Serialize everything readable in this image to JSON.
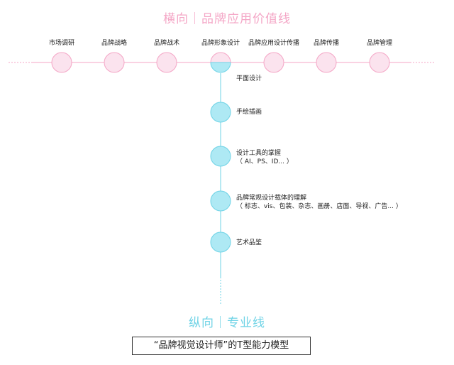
{
  "header": {
    "title": "横向｜品牌应用价值线"
  },
  "horizontal_items": [
    {
      "label": "市场调研"
    },
    {
      "label": "品牌战略"
    },
    {
      "label": "品牌战术"
    },
    {
      "label": "品牌形象设计"
    },
    {
      "label": "品牌应用设计传播"
    },
    {
      "label": "品牌传播"
    },
    {
      "label": "品牌管理"
    }
  ],
  "vertical_items": [
    {
      "label": "平面设计",
      "sub": ""
    },
    {
      "label": "手绘插画",
      "sub": ""
    },
    {
      "label": "设计工具的掌握",
      "sub": "（ AI、PS、ID... ）"
    },
    {
      "label": "品牌常规设计载体的理解",
      "sub": "（ 标志、vis、包装、杂志、画册、店面、导视、广告... ）"
    },
    {
      "label": "艺术品鉴",
      "sub": ""
    }
  ],
  "footer": {
    "title": "纵向｜专业线",
    "caption": "“品牌视觉设计师”的T型能力模型"
  },
  "colors": {
    "pink": "#f4a6c6",
    "pink_fill": "#fbe3ee",
    "cyan": "#6fd3e6",
    "cyan_fill": "#aee9f4"
  }
}
